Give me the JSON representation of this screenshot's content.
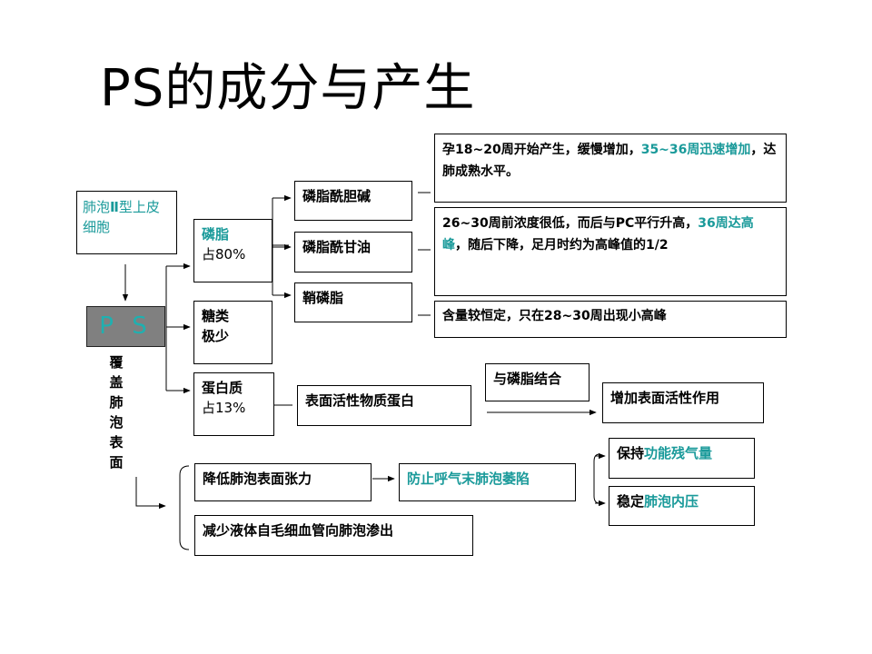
{
  "title": "PS的成分与产生",
  "cell": {
    "part1": "肺泡",
    "roman": "Ⅱ",
    "part2": "型上皮细胞"
  },
  "ps_label": "P S",
  "cover_label": "覆盖肺泡表面",
  "components": {
    "phospholipid": {
      "name": "磷脂",
      "pct": "占80%"
    },
    "sugar": {
      "name": "糖类",
      "note": "极少"
    },
    "protein": {
      "name": "蛋白质",
      "pct": "占13%"
    }
  },
  "phospholipids": {
    "pc": "磷脂酰胆碱",
    "pg": "磷脂酰甘油",
    "sm": "鞘磷脂"
  },
  "notes": {
    "pc": {
      "a": "孕18~20周开始产生，缓慢增加，",
      "b": "35~36周迅速增加",
      "c": "，达肺成熟水平。"
    },
    "pg": {
      "a": "26~30周前浓度很低，而后与PC平行升高，",
      "b": "36周达高峰",
      "c": "，随后下降，足月时约为高峰值的1/2"
    },
    "sm": "含量较恒定，只在28~30周出现小高峰"
  },
  "protein_chain": {
    "surface_protein": "表面活性物质蛋白",
    "bind": "与磷脂结合",
    "effect": "增加表面活性作用"
  },
  "functions": {
    "reduce_tension": "降低肺泡表面张力",
    "prevent": "防止呼气末肺泡萎陷",
    "keep": {
      "a": "保持",
      "b": "功能残气量"
    },
    "stabilize": {
      "a": "稳定",
      "b": "肺泡内压"
    },
    "reduce_leak": "减少液体自毛细血管向肺泡渗出"
  },
  "colors": {
    "accent": "#1a9a9a",
    "ps_fill": "#808080",
    "ps_text": "#1fb0b0"
  }
}
